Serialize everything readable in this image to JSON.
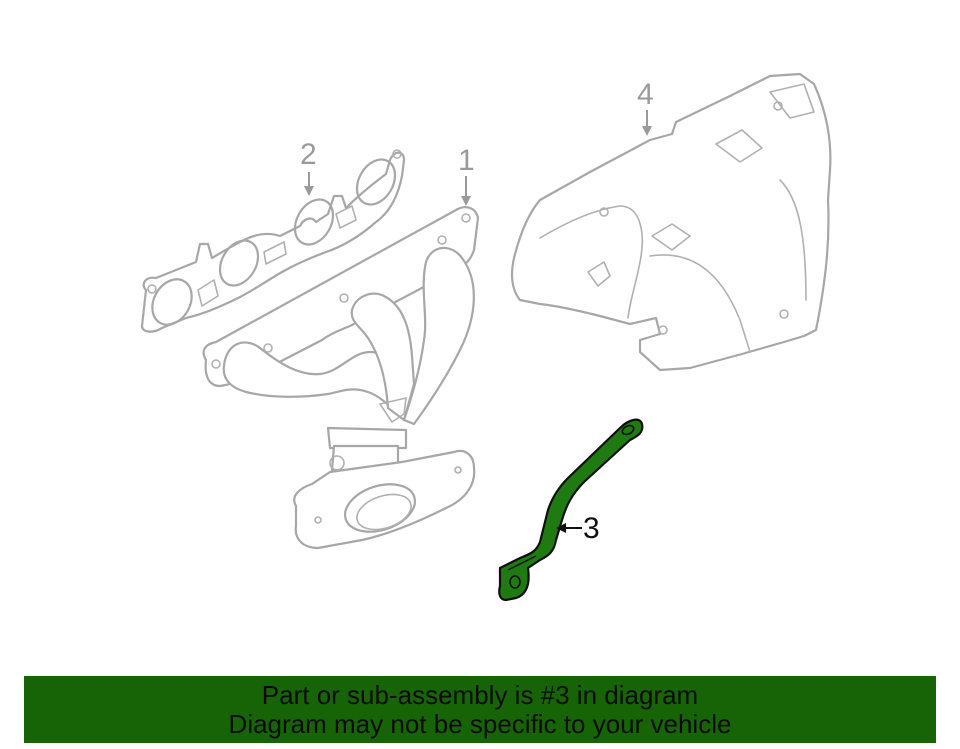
{
  "diagram": {
    "callouts": [
      {
        "number": "1",
        "part": "exhaust-manifold",
        "highlighted": false
      },
      {
        "number": "2",
        "part": "manifold-gasket",
        "highlighted": false
      },
      {
        "number": "3",
        "part": "support-bracket",
        "highlighted": true
      },
      {
        "number": "4",
        "part": "heat-shield",
        "highlighted": false
      }
    ],
    "colors": {
      "line_art": "#a7a7a7",
      "highlight_fill": "#1f7a12",
      "highlight_outline": "#0f0f0f",
      "banner_bg": "#166406",
      "banner_text": "#0b0b0b"
    }
  },
  "banner": {
    "line1": "Part or sub-assembly is #3 in diagram",
    "line2": "Diagram may not be specific to your vehicle"
  }
}
